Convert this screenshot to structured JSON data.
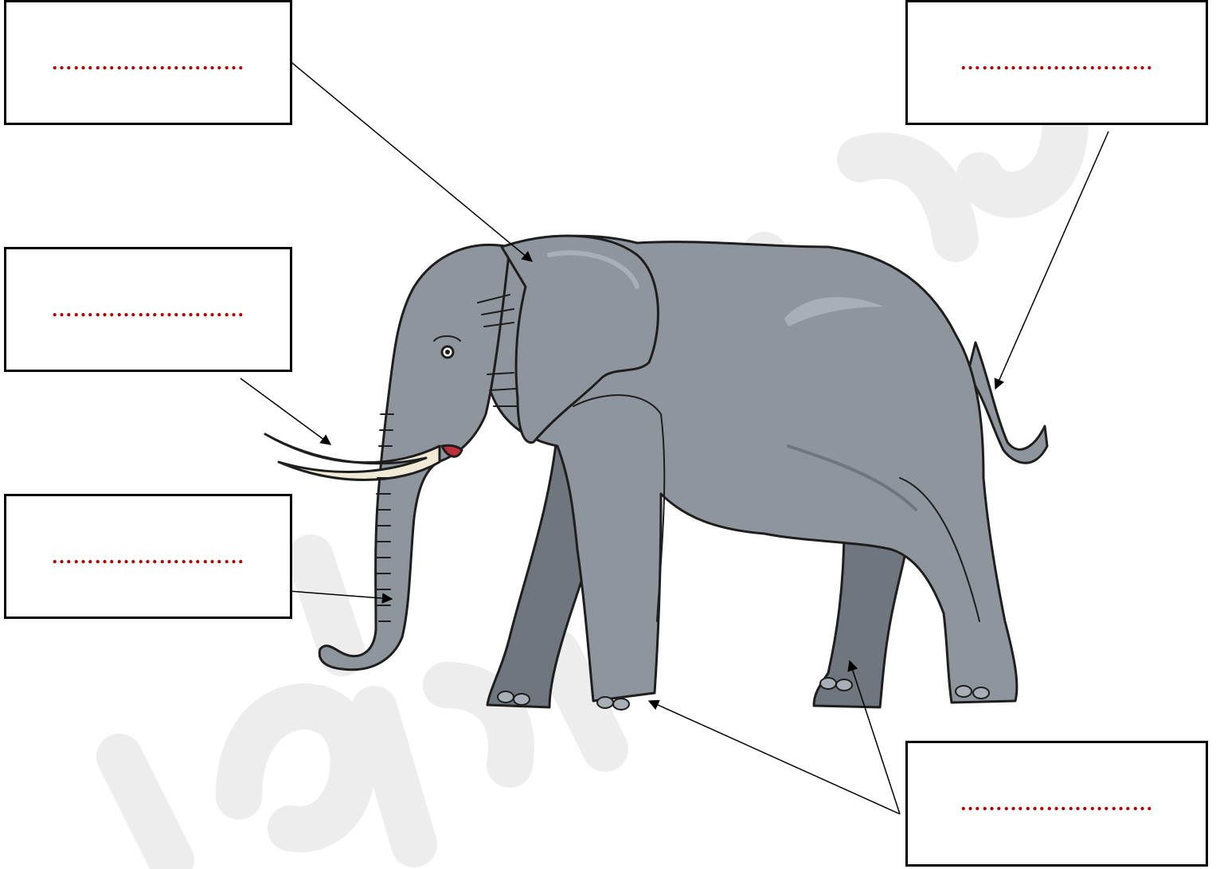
{
  "worksheet": {
    "labels": [
      {
        "id": "ear",
        "blank": "………………………"
      },
      {
        "id": "tail",
        "blank": "………………………"
      },
      {
        "id": "tusk",
        "blank": "………………………"
      },
      {
        "id": "trunk",
        "blank": "………………………"
      },
      {
        "id": "legs",
        "blank": "………………………"
      }
    ]
  },
  "colors": {
    "elephant_skin": "#8e959c",
    "elephant_light": "#a8afb6",
    "elephant_shadow": "#6f767d",
    "tusk": "#efe9d6",
    "outline": "#1e1e1e",
    "blank_dots": "#b00000",
    "watermark": "#ededed"
  }
}
